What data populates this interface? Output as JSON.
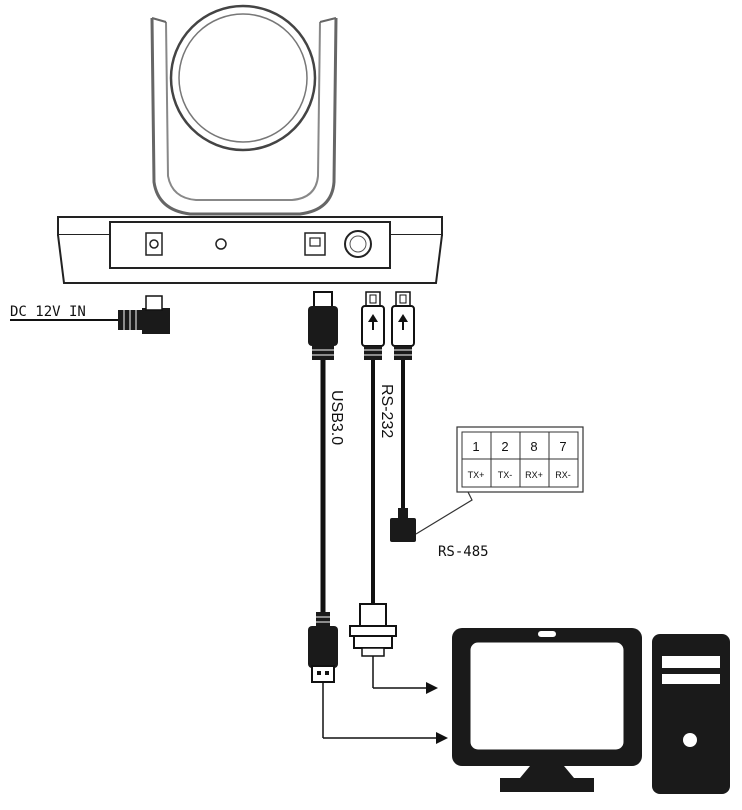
{
  "labels": {
    "dc_in": "DC 12V IN",
    "usb": "USB3.0",
    "rs232": "RS-232",
    "rs485": "RS-485"
  },
  "pin_table": {
    "numbers": [
      "1",
      "2",
      "8",
      "7"
    ],
    "signals": [
      "TX+",
      "TX-",
      "RX+",
      "RX-"
    ]
  },
  "icons": {
    "camera": "ptz-camera-icon",
    "computer": "desktop-computer-icon"
  },
  "colors": {
    "line": "#111111",
    "fill_light": "#ffffff",
    "fill_dark": "#1a1a1a"
  }
}
